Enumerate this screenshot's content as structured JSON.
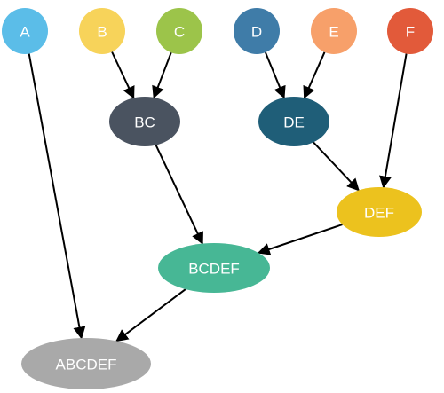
{
  "nodes": [
    {
      "id": "A",
      "label": "A",
      "color": "#5bbde8"
    },
    {
      "id": "B",
      "label": "B",
      "color": "#f7d35a"
    },
    {
      "id": "C",
      "label": "C",
      "color": "#9cc44a"
    },
    {
      "id": "D",
      "label": "D",
      "color": "#3f7ca8"
    },
    {
      "id": "E",
      "label": "E",
      "color": "#f7a06a"
    },
    {
      "id": "F",
      "label": "F",
      "color": "#e25a3a"
    },
    {
      "id": "BC",
      "label": "BC",
      "color": "#4a5360"
    },
    {
      "id": "DE",
      "label": "DE",
      "color": "#1f5e78"
    },
    {
      "id": "DEF",
      "label": "DEF",
      "color": "#ecc21e"
    },
    {
      "id": "BCDEF",
      "label": "BCDEF",
      "color": "#47b795"
    },
    {
      "id": "ABCDEF",
      "label": "ABCDEF",
      "color": "#a9a9a9"
    }
  ],
  "edges": [
    {
      "from": "A",
      "to": "ABCDEF"
    },
    {
      "from": "B",
      "to": "BC"
    },
    {
      "from": "C",
      "to": "BC"
    },
    {
      "from": "D",
      "to": "DE"
    },
    {
      "from": "E",
      "to": "DE"
    },
    {
      "from": "F",
      "to": "DEF"
    },
    {
      "from": "DE",
      "to": "DEF"
    },
    {
      "from": "BC",
      "to": "BCDEF"
    },
    {
      "from": "DEF",
      "to": "BCDEF"
    },
    {
      "from": "BCDEF",
      "to": "ABCDEF"
    }
  ]
}
